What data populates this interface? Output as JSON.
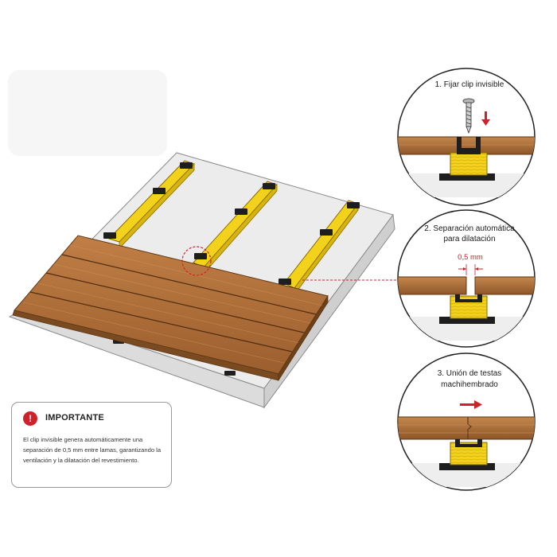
{
  "callouts": [
    {
      "title": "1. Fijar clip invisible"
    },
    {
      "title_line1": "2. Separación automática",
      "title_line2": "para dilatación",
      "dimension": "0,5 mm"
    },
    {
      "title_line1": "3. Unión de testas",
      "title_line2": "machihembrado"
    }
  ],
  "notice": {
    "icon": "exclamation-icon",
    "title": "IMPORTANTE",
    "text": "El clip invisible genera automáticamente una separación de 0,5 mm entre lamas, garantizando la ventilación y la dilatación del revestimiento."
  },
  "colors": {
    "joist_yellow": "#f3d21c",
    "board_wood": "#b0703a",
    "clip_black": "#1e1e1e",
    "accent_red": "#d0202a",
    "slab_grey": "#e6e6e6"
  }
}
